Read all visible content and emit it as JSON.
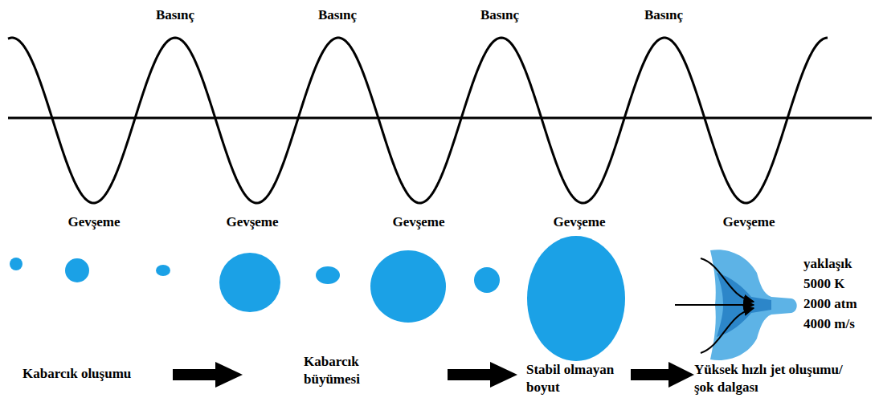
{
  "diagram": {
    "labels": [
      "Basınç",
      "Basınç",
      "Basınç",
      "Basınç",
      "Gevşeme",
      "Gevşeme",
      "Gevşeme",
      "Gevşeme",
      "Gevşeme",
      "yaklaşık",
      "5000 K",
      "2000 atm",
      "4000 m/s",
      "Kabarcık oluşumu",
      "Kabarcık büyümesi",
      "Stabil olmayan boyut",
      "Yüksek hızlı jet oluşumu/şok dalgası"
    ]
  }
}
